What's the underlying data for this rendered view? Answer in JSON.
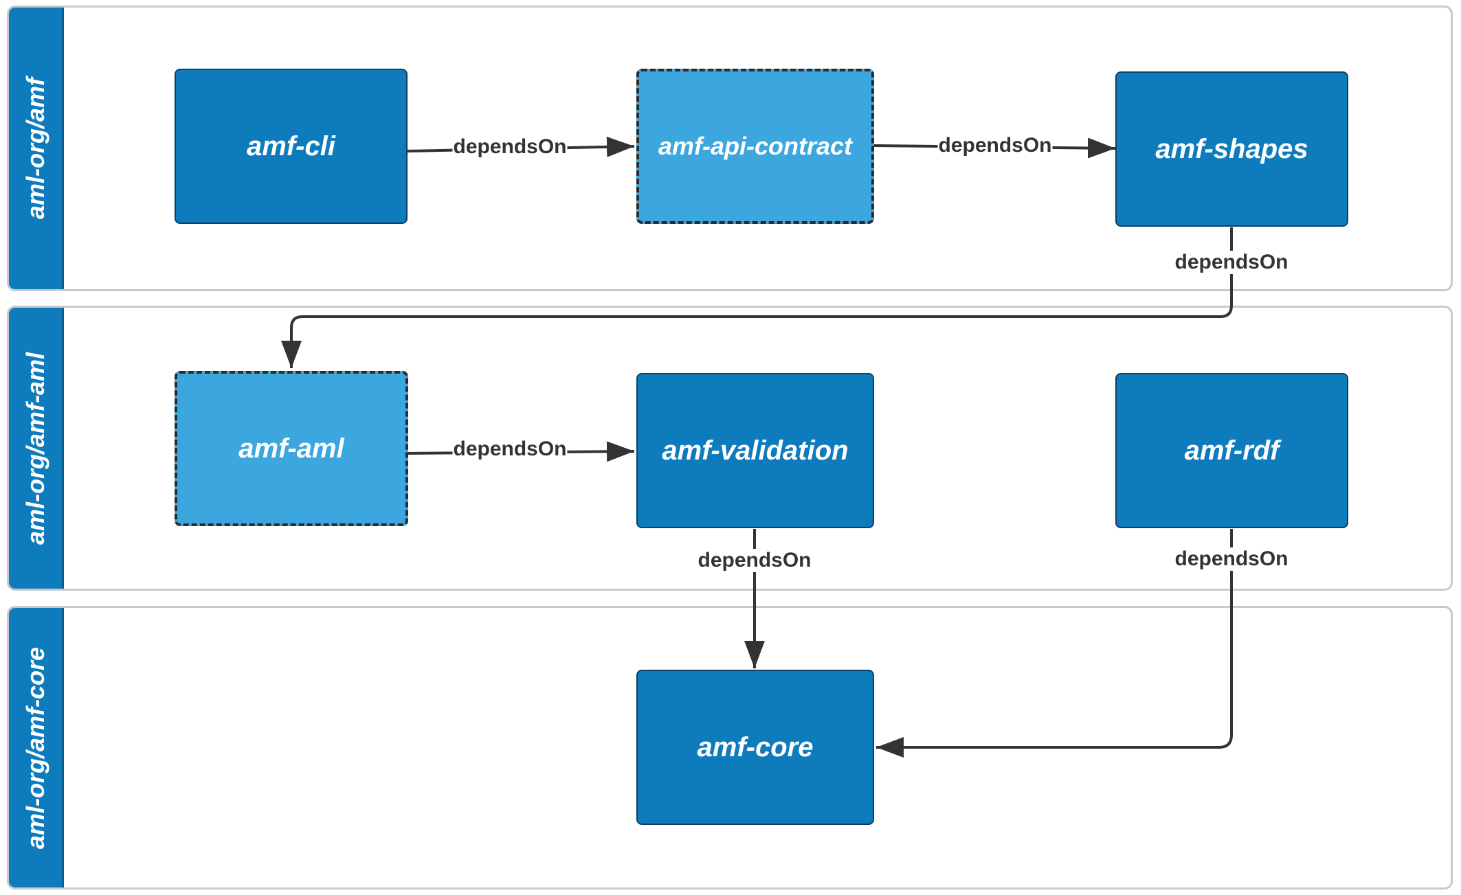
{
  "lanes": [
    {
      "title": "aml-org/amf"
    },
    {
      "title": "aml-org/amf-aml"
    },
    {
      "title": "aml-org/amf-core"
    }
  ],
  "nodes": {
    "amf_cli": {
      "label": "amf-cli",
      "style": "solid"
    },
    "amf_api_contract": {
      "label": "amf-api-contract",
      "style": "dashed"
    },
    "amf_shapes": {
      "label": "amf-shapes",
      "style": "solid"
    },
    "amf_aml": {
      "label": "amf-aml",
      "style": "dashed"
    },
    "amf_validation": {
      "label": "amf-validation",
      "style": "solid"
    },
    "amf_rdf": {
      "label": "amf-rdf",
      "style": "solid"
    },
    "amf_core": {
      "label": "amf-core",
      "style": "solid"
    }
  },
  "edges": [
    {
      "from": "amf-cli",
      "to": "amf-api-contract",
      "label": "dependsOn"
    },
    {
      "from": "amf-api-contract",
      "to": "amf-shapes",
      "label": "dependsOn"
    },
    {
      "from": "amf-shapes",
      "to": "amf-aml",
      "label": "dependsOn"
    },
    {
      "from": "amf-aml",
      "to": "amf-validation",
      "label": "dependsOn"
    },
    {
      "from": "amf-validation",
      "to": "amf-core",
      "label": "dependsOn"
    },
    {
      "from": "amf-rdf",
      "to": "amf-core",
      "label": "dependsOn"
    }
  ],
  "colors": {
    "lane_header": "#0e7bbd",
    "node_solid": "#0e7bbd",
    "node_dashed": "#3ca6de",
    "edge": "#333333",
    "lane_border": "#c9c9c9"
  }
}
